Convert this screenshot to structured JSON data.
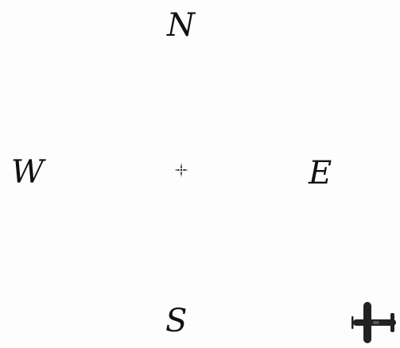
{
  "compass": {
    "north": "N",
    "west": "W",
    "east": "E",
    "south": "S"
  },
  "icons": {
    "center": "crosshair-icon",
    "player": "airplane-icon"
  },
  "colors": {
    "background": "#fdfdfd",
    "ink": "#111111",
    "plane": "#222222"
  }
}
